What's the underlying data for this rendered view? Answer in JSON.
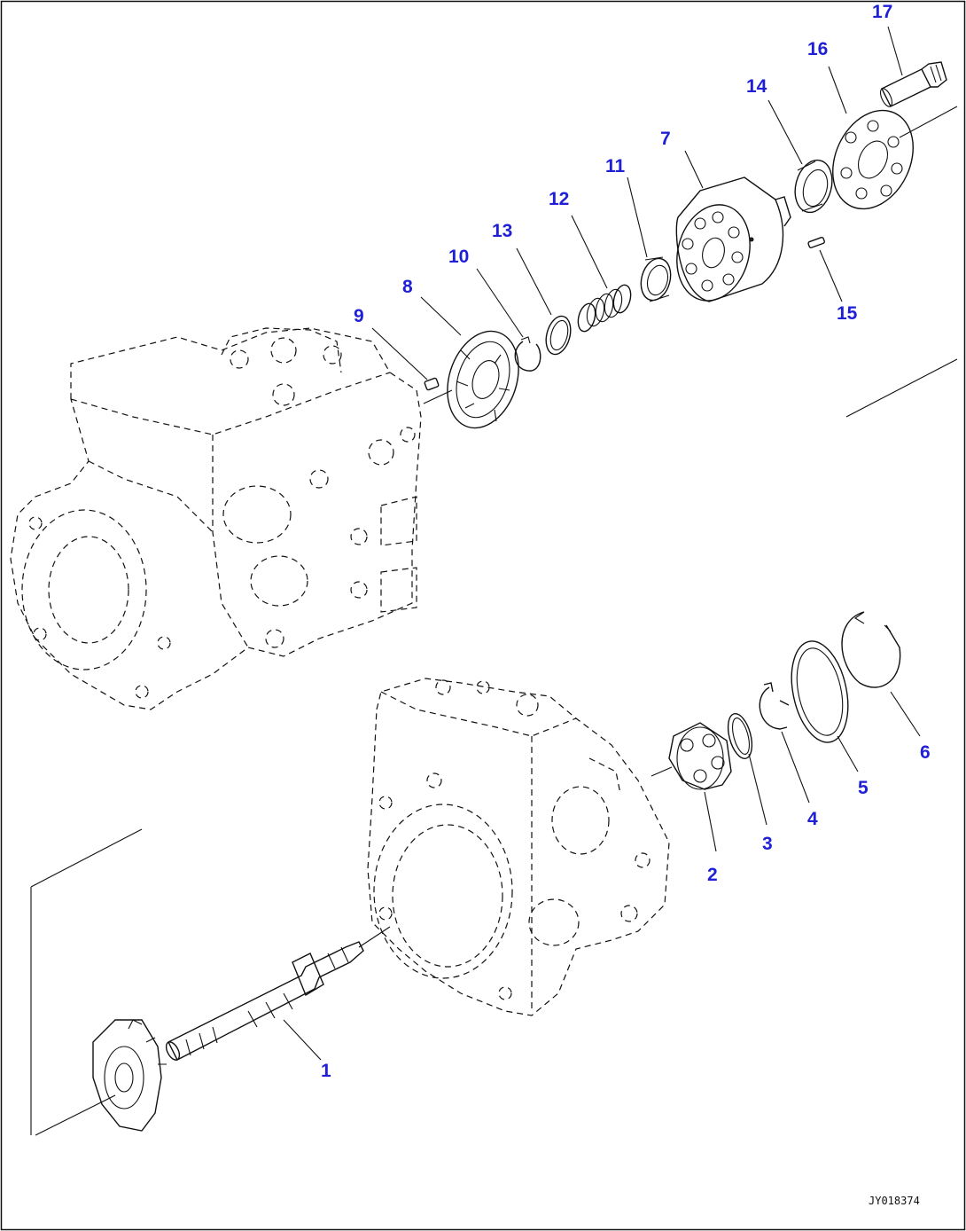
{
  "drawing_id": "JY018374",
  "callouts": [
    {
      "id": "1",
      "text": "1"
    },
    {
      "id": "2",
      "text": "2"
    },
    {
      "id": "3",
      "text": "3"
    },
    {
      "id": "4",
      "text": "4"
    },
    {
      "id": "5",
      "text": "5"
    },
    {
      "id": "6",
      "text": "6"
    },
    {
      "id": "7",
      "text": "7"
    },
    {
      "id": "8",
      "text": "8"
    },
    {
      "id": "9",
      "text": "9"
    },
    {
      "id": "10",
      "text": "10"
    },
    {
      "id": "11",
      "text": "11"
    },
    {
      "id": "12",
      "text": "12"
    },
    {
      "id": "13",
      "text": "13"
    },
    {
      "id": "14",
      "text": "14"
    },
    {
      "id": "15",
      "text": "15"
    },
    {
      "id": "16",
      "text": "16"
    },
    {
      "id": "17",
      "text": "17"
    }
  ],
  "colors": {
    "callout": "#1f1fd6",
    "line": "#111111",
    "background": "#ffffff"
  }
}
